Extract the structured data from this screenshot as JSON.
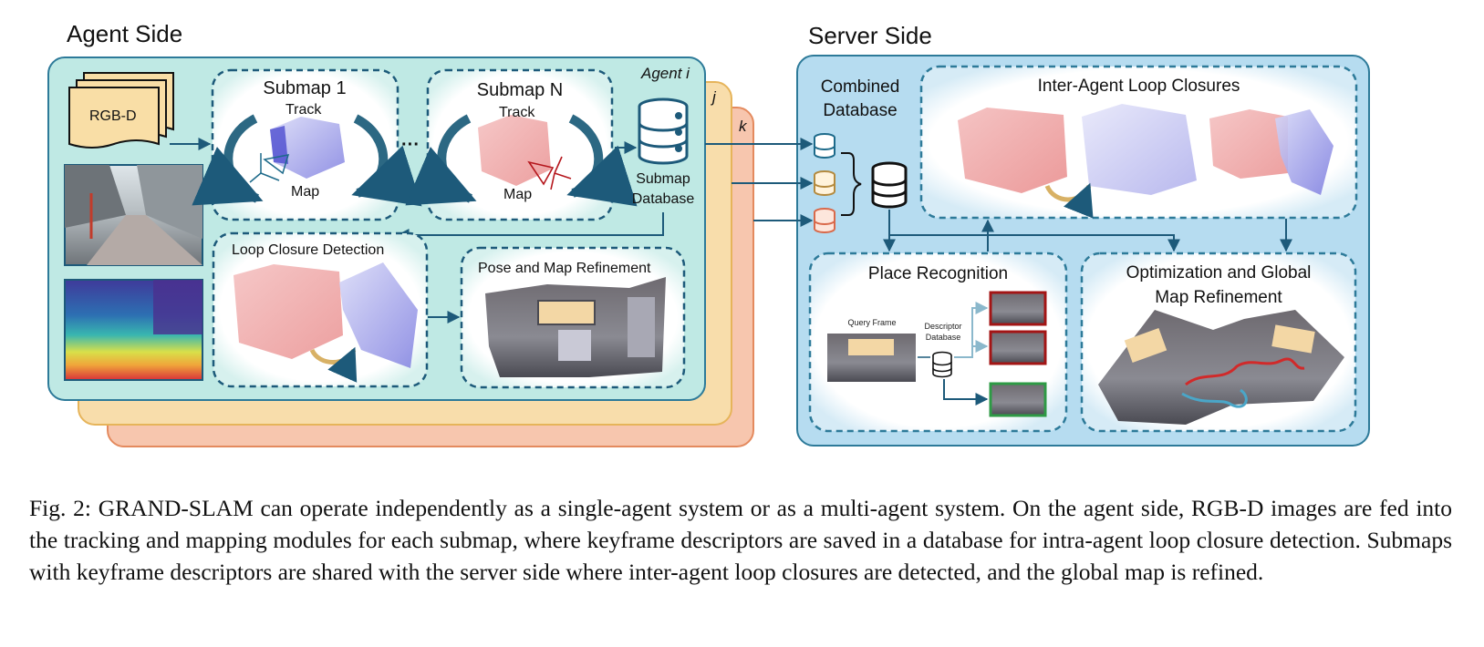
{
  "agent_side": {
    "title": "Agent Side",
    "agent_labels": [
      "Agent i",
      "j",
      "k"
    ],
    "input_label": "RGB-D",
    "submap_first": {
      "title": "Submap 1",
      "track": "Track",
      "map": "Map"
    },
    "ellipsis": "···",
    "submap_last": {
      "title": "Submap N",
      "track": "Track",
      "map": "Map"
    },
    "submap_database": [
      "Submap",
      "Database"
    ],
    "loop_closure_title": "Loop Closure Detection",
    "refinement_title": "Pose and Map Refinement"
  },
  "server_side": {
    "title": "Server Side",
    "combined_database": [
      "Combined",
      "Database"
    ],
    "inter_agent_title": "Inter-Agent Loop Closures",
    "place_recognition": {
      "title": "Place Recognition",
      "query_frame": "Query Frame",
      "descriptor_database": [
        "Descriptor",
        "Database"
      ]
    },
    "optimization_title": [
      "Optimization and Global",
      "Map Refinement"
    ]
  },
  "caption": "Fig. 2: GRAND-SLAM can operate independently as a single-agent system or as a multi-agent system. On the agent side, RGB-D images are fed into the tracking and mapping modules for each submap, where keyframe descriptors are saved in a database for intra-agent loop closure detection. Submaps with keyframe descriptors are shared with the server side where inter-agent loop closures are detected, and the global map is refined.",
  "colors": {
    "agent_panel": "#bfe9e4",
    "agent_j_panel": "#f8dca4",
    "agent_k_panel": "#f7c2a8",
    "server_panel": "#b6dcf0",
    "dark_arrow": "#1d5a7a",
    "box_border": "#2a6a8c",
    "match_red": "#a31515",
    "match_green": "#2e9a45"
  }
}
